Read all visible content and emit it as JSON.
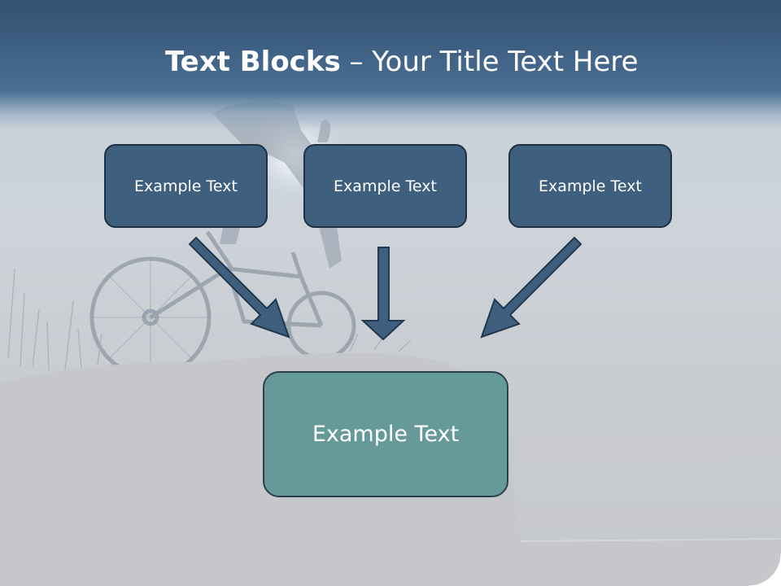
{
  "title": {
    "bold": "Text Blocks",
    "rest": " – Your Title Text Here"
  },
  "boxes": {
    "top": [
      "Example Text",
      "Example Text",
      "Example Text"
    ],
    "main": "Example Text"
  },
  "colors": {
    "header": "#3d5f82",
    "box_fill": "#3e5f7d",
    "box_border": "#1f3144",
    "main_fill": "#66999a",
    "arrow_fill": "#3e5f7d"
  }
}
